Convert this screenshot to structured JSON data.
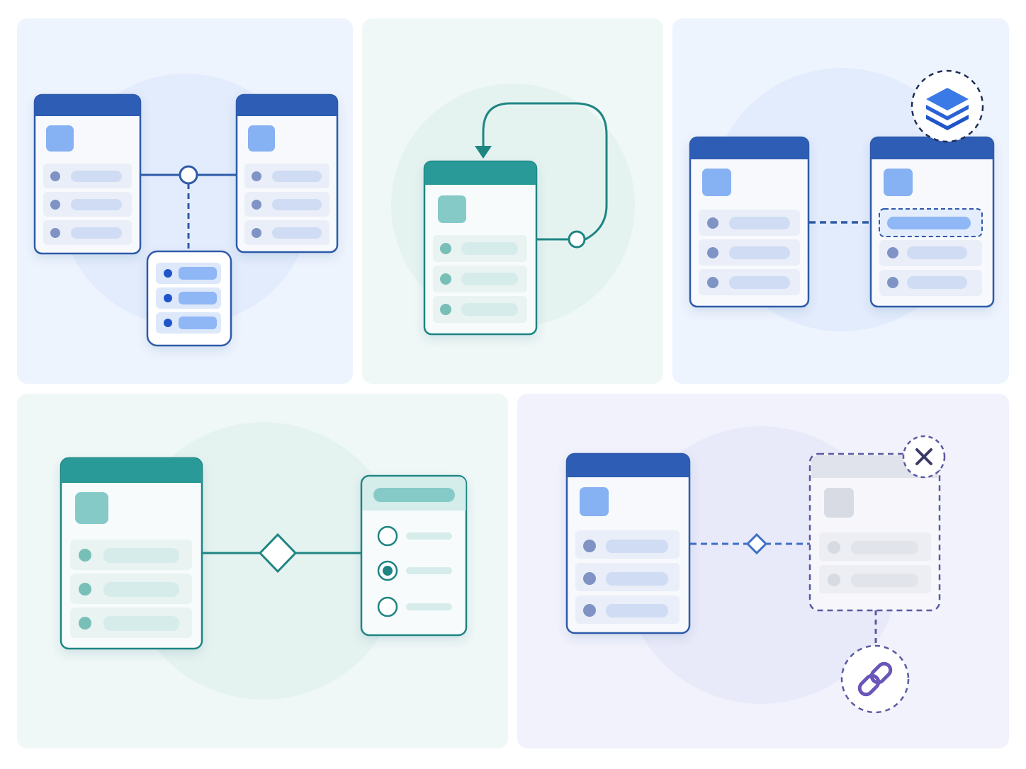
{
  "colors": {
    "blue_header": "#2d5db4",
    "blue_stroke": "#2f5aa8",
    "blue_icon": "#86b1f2",
    "blue_dot": "#7f93c4",
    "blue_bar": "#cfdcf4",
    "blue_bright": "#1f55c8",
    "blue_bright_bar": "#8fb7f6",
    "teal_header": "#2a9a98",
    "teal_stroke": "#1f8583",
    "teal_icon": "#86cac8",
    "teal_dot": "#77bfb7",
    "teal_bar": "#d6ecea",
    "purple_stroke": "#5a5aa0",
    "purple_link": "#6a55b8",
    "ghost_fill": "#dcdfe8",
    "panel_blue": "#eef4fe",
    "panel_teal": "#eff8f6",
    "panel_lavender": "#f1f2fc"
  },
  "panels": [
    {
      "name": "table-with-lookup-list",
      "theme": "blue"
    },
    {
      "name": "self-reference-loop",
      "theme": "teal"
    },
    {
      "name": "layered-stack-link",
      "theme": "blue"
    },
    {
      "name": "choice-relation",
      "theme": "teal"
    },
    {
      "name": "unlink-relation",
      "theme": "lavender"
    }
  ],
  "icons": {
    "stack": "layers-stack-icon",
    "close": "close-x-icon",
    "link": "chain-link-icon",
    "diamond": "diamond-connector-icon",
    "radio": "radio-button-icon"
  }
}
